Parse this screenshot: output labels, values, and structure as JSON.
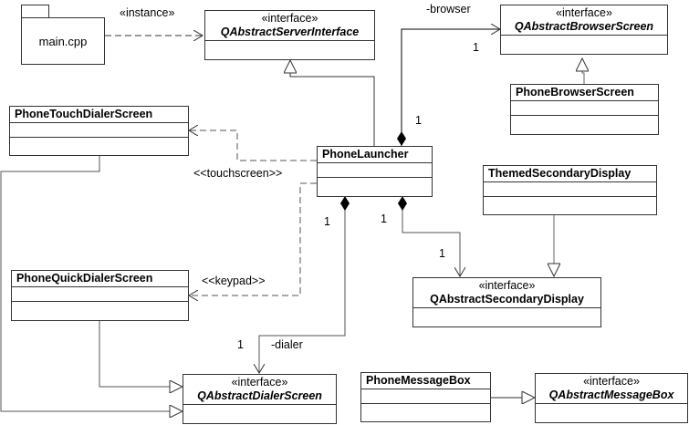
{
  "diagram": {
    "type": "UML class diagram",
    "package": {
      "name": "main.cpp"
    },
    "classes": {
      "server_interface": {
        "stereotype": "«interface»",
        "name": "QAbstractServerInterface"
      },
      "browser_screen": {
        "stereotype": "«interface»",
        "name": "QAbstractBrowserScreen"
      },
      "phone_browser_screen": {
        "name": "PhoneBrowserScreen"
      },
      "touch_dialer": {
        "name": "PhoneTouchDialerScreen"
      },
      "phone_launcher": {
        "name": "PhoneLauncher"
      },
      "themed_secondary": {
        "name": "ThemedSecondaryDisplay"
      },
      "quick_dialer": {
        "name": "PhoneQuickDialerScreen"
      },
      "secondary_display": {
        "stereotype": "«interface»",
        "name": "QAbstractSecondaryDisplay"
      },
      "dialer_screen": {
        "stereotype": "«interface»",
        "name": "QAbstractDialerScreen"
      },
      "message_box": {
        "name": "PhoneMessageBox"
      },
      "abstract_message_box": {
        "stereotype": "«interface»",
        "name": "QAbstractMessageBox"
      }
    },
    "labels": {
      "instance": "«instance»",
      "browser_role": "-browser",
      "browser_mult_target": "1",
      "browser_mult_source": "1",
      "touchscreen": "<<touchscreen>>",
      "keypad": "<<keypad>>",
      "dialer_mult_source": "1",
      "dialer_mult_target": "1",
      "dialer_role": "-dialer",
      "secondary_mult_source": "1",
      "secondary_mult_target": "1"
    },
    "colors": {
      "line": "#333333",
      "gray_line": "#666666",
      "text": "#000000",
      "background": "#ffffff"
    }
  }
}
